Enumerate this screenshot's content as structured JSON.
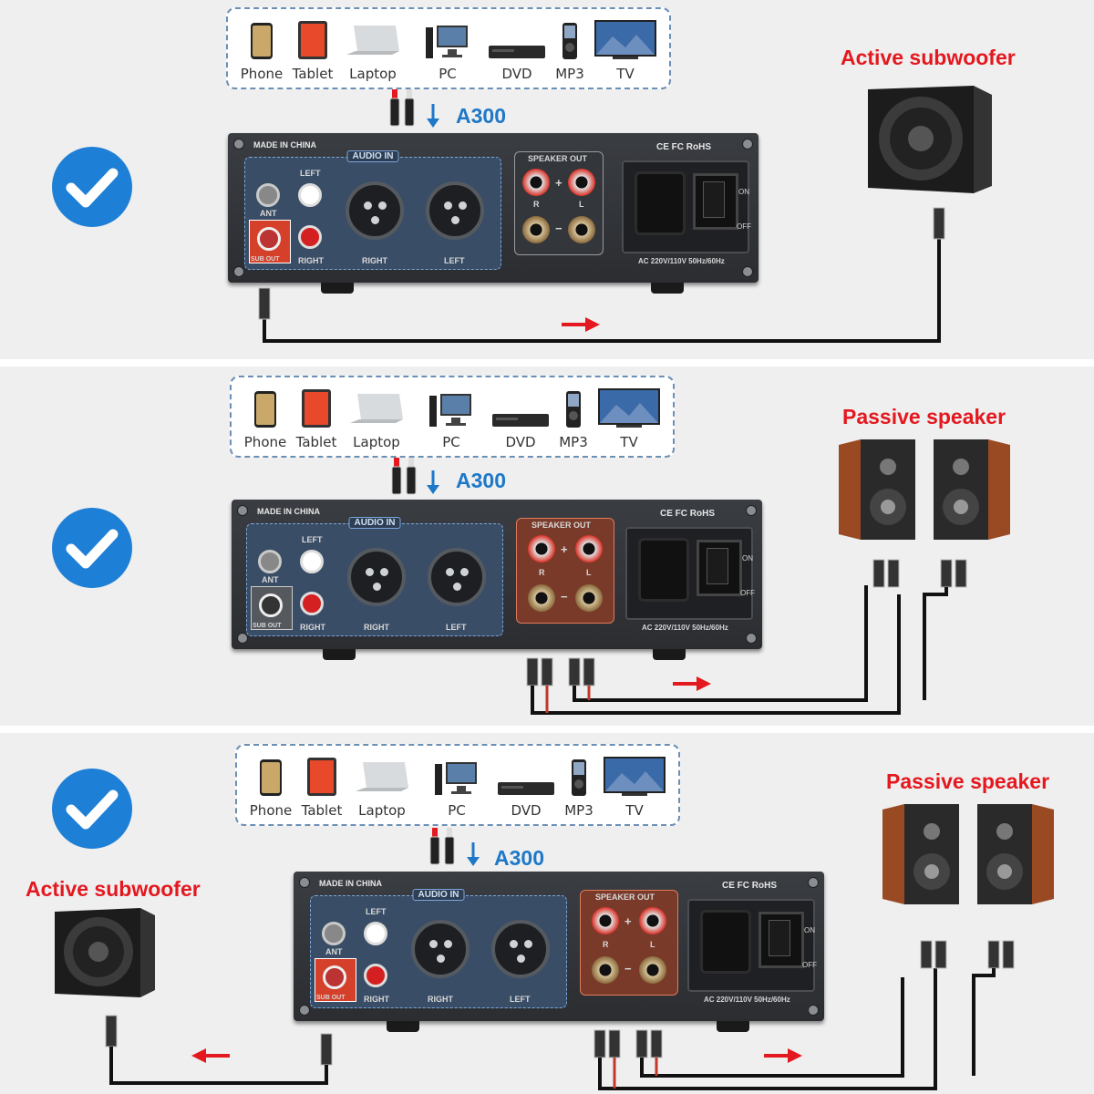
{
  "sources": [
    {
      "label": "Phone",
      "icon": "phone-icon"
    },
    {
      "label": "Tablet",
      "icon": "tablet-icon"
    },
    {
      "label": "Laptop",
      "icon": "laptop-icon"
    },
    {
      "label": "PC",
      "icon": "pc-icon"
    },
    {
      "label": "DVD",
      "icon": "dvd-player-icon"
    },
    {
      "label": "MP3",
      "icon": "mp3-player-icon"
    },
    {
      "label": "TV",
      "icon": "tv-icon"
    }
  ],
  "model": "A300",
  "amp": {
    "made_in": "MADE IN CHINA",
    "audio_in": "AUDIO IN",
    "speaker_out": "SPEAKER OUT",
    "left": "LEFT",
    "right": "RIGHT",
    "ant": "ANT",
    "sub_out": "SUB OUT",
    "r": "R",
    "l": "L",
    "plus": "+",
    "minus": "−",
    "certs": "CE FC RoHS",
    "power": "AC 220V/110V  50Hz/60Hz",
    "on": "ON",
    "off": "OFF"
  },
  "panels": [
    {
      "output_label": "Active subwoofer"
    },
    {
      "output_label": "Passive speaker"
    },
    {
      "output_label": "Passive speaker",
      "output_label_2": "Active subwoofer"
    }
  ],
  "colors": {
    "check": "#1e7fd6",
    "arrow": "#e4181f",
    "model": "#1e78c8",
    "title": "#e4181f"
  }
}
